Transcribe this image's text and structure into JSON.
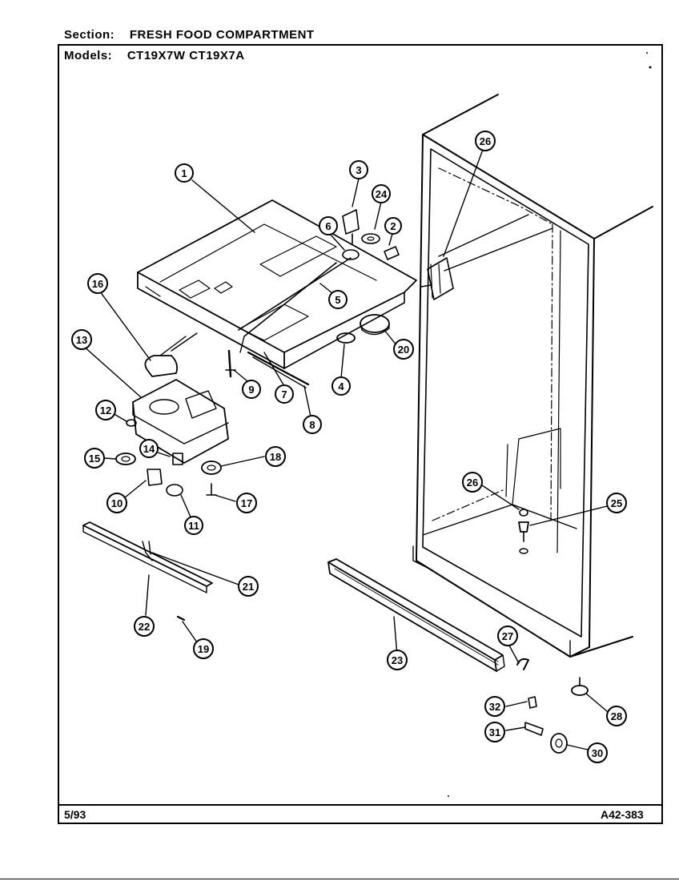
{
  "header": {
    "section_label": "Section:",
    "section_value": "FRESH FOOD COMPARTMENT",
    "models_label": "Models:",
    "models_value": "CT19X7W CT19X7A"
  },
  "footer": {
    "date": "5/93",
    "code": "A42-383"
  },
  "callouts": [
    {
      "id": "c1",
      "label": "1"
    },
    {
      "id": "c2",
      "label": "2"
    },
    {
      "id": "c3",
      "label": "3"
    },
    {
      "id": "c4",
      "label": "4"
    },
    {
      "id": "c5",
      "label": "5"
    },
    {
      "id": "c6",
      "label": "6"
    },
    {
      "id": "c7",
      "label": "7"
    },
    {
      "id": "c8",
      "label": "8"
    },
    {
      "id": "c9",
      "label": "9"
    },
    {
      "id": "c10",
      "label": "10"
    },
    {
      "id": "c11",
      "label": "11"
    },
    {
      "id": "c12",
      "label": "12"
    },
    {
      "id": "c13",
      "label": "13"
    },
    {
      "id": "c14",
      "label": "14"
    },
    {
      "id": "c15",
      "label": "15"
    },
    {
      "id": "c16",
      "label": "16"
    },
    {
      "id": "c17",
      "label": "17"
    },
    {
      "id": "c18",
      "label": "18"
    },
    {
      "id": "c19",
      "label": "19"
    },
    {
      "id": "c20",
      "label": "20"
    },
    {
      "id": "c21",
      "label": "21"
    },
    {
      "id": "c22",
      "label": "22"
    },
    {
      "id": "c23",
      "label": "23"
    },
    {
      "id": "c24",
      "label": "24"
    },
    {
      "id": "c25",
      "label": "25"
    },
    {
      "id": "c26a",
      "label": "26"
    },
    {
      "id": "c26b",
      "label": "26"
    },
    {
      "id": "c27",
      "label": "27"
    },
    {
      "id": "c28",
      "label": "28"
    },
    {
      "id": "c30",
      "label": "30"
    },
    {
      "id": "c31",
      "label": "31"
    },
    {
      "id": "c32",
      "label": "32"
    }
  ]
}
